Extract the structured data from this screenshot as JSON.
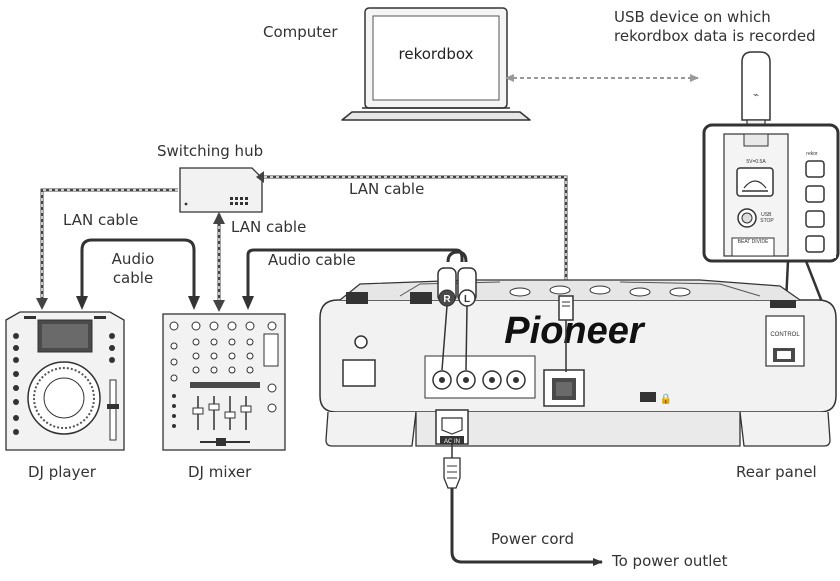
{
  "labels": {
    "computer": "Computer",
    "rekordbox": "rekordbox",
    "usb_device": "USB device on which\nrekordbox data is recorded",
    "switching_hub": "Switching hub",
    "lan_cable_left": "LAN cable",
    "lan_cable_middle": "LAN cable",
    "lan_cable_top": "LAN cable",
    "audio_cable_left": "Audio\ncable",
    "audio_cable_right": "Audio cable",
    "dj_player": "DJ player",
    "dj_mixer": "DJ mixer",
    "rear_panel": "Rear panel",
    "power_cord": "Power cord",
    "to_power_outlet": "To power outlet"
  },
  "device_marks": {
    "brand": "Pioneer",
    "plug_r": "R",
    "plug_l": "L",
    "ac_in": "AC IN",
    "control": "CONTROL",
    "usb_stop": "USB\nSTOP",
    "beat_divide": "BEAT DIVIDE",
    "rekor": "rekor",
    "usb_5v": "5V=0.5A"
  },
  "colors": {
    "line": "#333333",
    "device_fill": "#f2f2f2",
    "device_dark": "#4a4a4a",
    "cable_dash": "#999999"
  }
}
